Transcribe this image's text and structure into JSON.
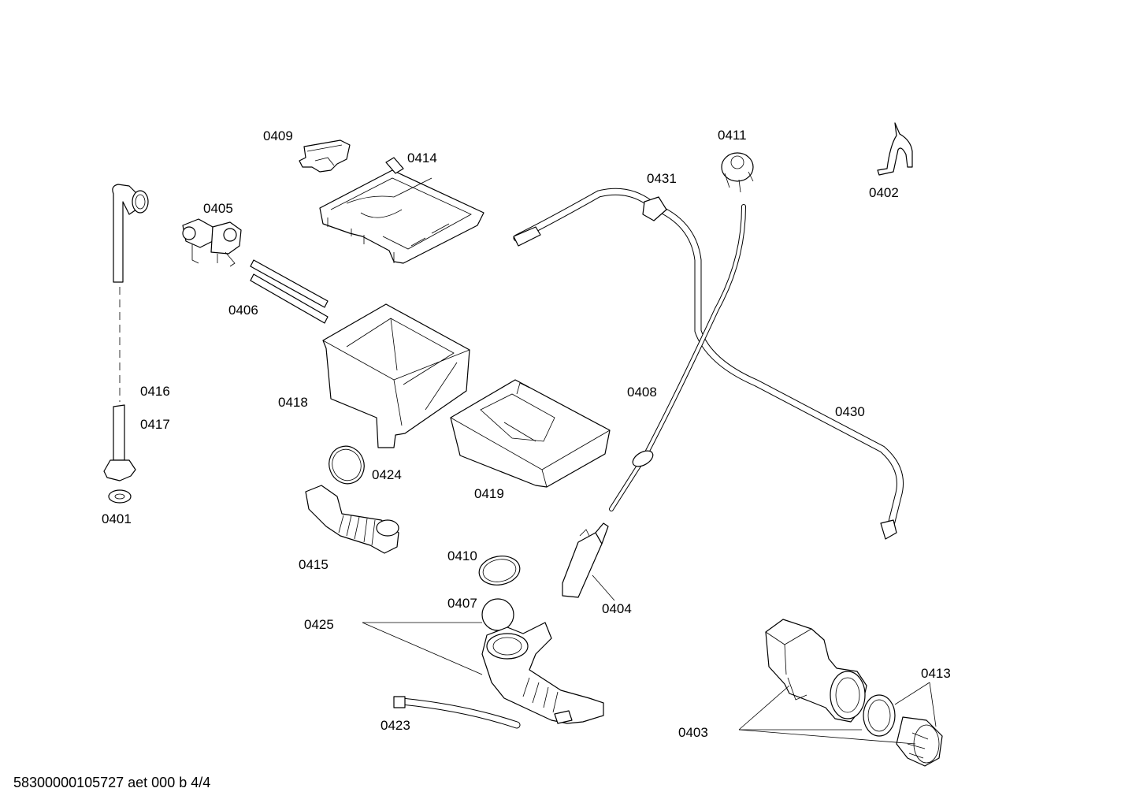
{
  "labels": {
    "p0401": "0401",
    "p0402": "0402",
    "p0403": "0403",
    "p0404": "0404",
    "p0405": "0405",
    "p0406": "0406",
    "p0407": "0407",
    "p0408": "0408",
    "p0409": "0409",
    "p0410": "0410",
    "p0411": "0411",
    "p0413": "0413",
    "p0414": "0414",
    "p0415": "0415",
    "p0416": "0416",
    "p0417": "0417",
    "p0418": "0418",
    "p0419": "0419",
    "p0423": "0423",
    "p0424": "0424",
    "p0425": "0425",
    "p0430": "0430",
    "p0431": "0431"
  },
  "footer": {
    "text": "58300000105727 aet 000 b 4/4"
  }
}
